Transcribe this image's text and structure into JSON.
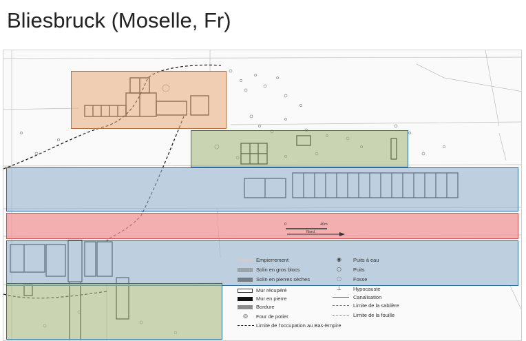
{
  "title": "Bliesbruck (Moselle, Fr)",
  "colors": {
    "orange_zone": "#e8b896",
    "green_zone": "#b7c49a",
    "blue_zone": "#a9c2d4",
    "red_zone": "#f0a6a6",
    "wall": "#222222",
    "plan_line": "#9a9a9a"
  },
  "scale": {
    "start": "0",
    "end": "40m",
    "north": "Nord"
  },
  "legend": {
    "left": [
      "Empierrement",
      "Solin en gros blocs",
      "Solin en pierres sèches",
      "Mur récupéré",
      "Mur en pierre",
      "Bordure",
      "Four de potier",
      "Limite de l'occupation au Bas-Empire"
    ],
    "right": [
      "Puits à eau",
      "Puits",
      "Fosse",
      "Hypocauste",
      "Canalisation",
      "Limite de la sablière",
      "Limite de la fouille"
    ]
  }
}
